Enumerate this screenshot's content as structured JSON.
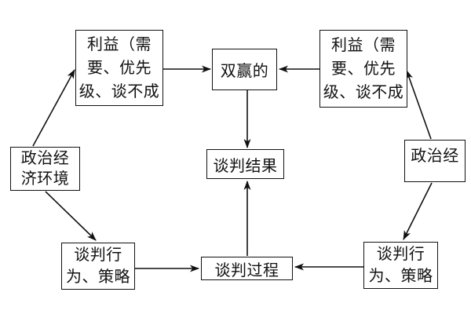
{
  "diagram": {
    "title": "negotiation-win-win-model",
    "colors": {
      "line": "#111111",
      "box_border": "#111111",
      "box_bg": "#ffffff",
      "background": "#ffffff"
    },
    "boxes": [
      {
        "id": "interest-left",
        "lines": [
          "利益（需",
          "要、优先",
          "级、谈不成"
        ]
      },
      {
        "id": "win-win",
        "lines": [
          "双赢的"
        ]
      },
      {
        "id": "interest-right",
        "lines": [
          "利益（需",
          "要、优先",
          "级、谈不成"
        ]
      },
      {
        "id": "env-left",
        "lines": [
          "政治经",
          "济环境"
        ]
      },
      {
        "id": "result",
        "lines": [
          "谈判结果"
        ]
      },
      {
        "id": "env-right",
        "lines": [
          "政治经"
        ]
      },
      {
        "id": "behavior-left",
        "lines": [
          "谈判行",
          "为、策略"
        ]
      },
      {
        "id": "process",
        "lines": [
          "谈判过程"
        ]
      },
      {
        "id": "behavior-right",
        "lines": [
          "谈判行",
          "为、策略"
        ]
      }
    ],
    "edges": [
      {
        "from": "env-left",
        "to": "interest-left"
      },
      {
        "from": "interest-left",
        "to": "win-win"
      },
      {
        "from": "interest-right",
        "to": "win-win"
      },
      {
        "from": "env-right",
        "to": "interest-right"
      },
      {
        "from": "win-win",
        "to": "result"
      },
      {
        "from": "process",
        "to": "result"
      },
      {
        "from": "env-left",
        "to": "behavior-left"
      },
      {
        "from": "behavior-left",
        "to": "process"
      },
      {
        "from": "env-right",
        "to": "behavior-right"
      },
      {
        "from": "behavior-right",
        "to": "process"
      }
    ]
  }
}
